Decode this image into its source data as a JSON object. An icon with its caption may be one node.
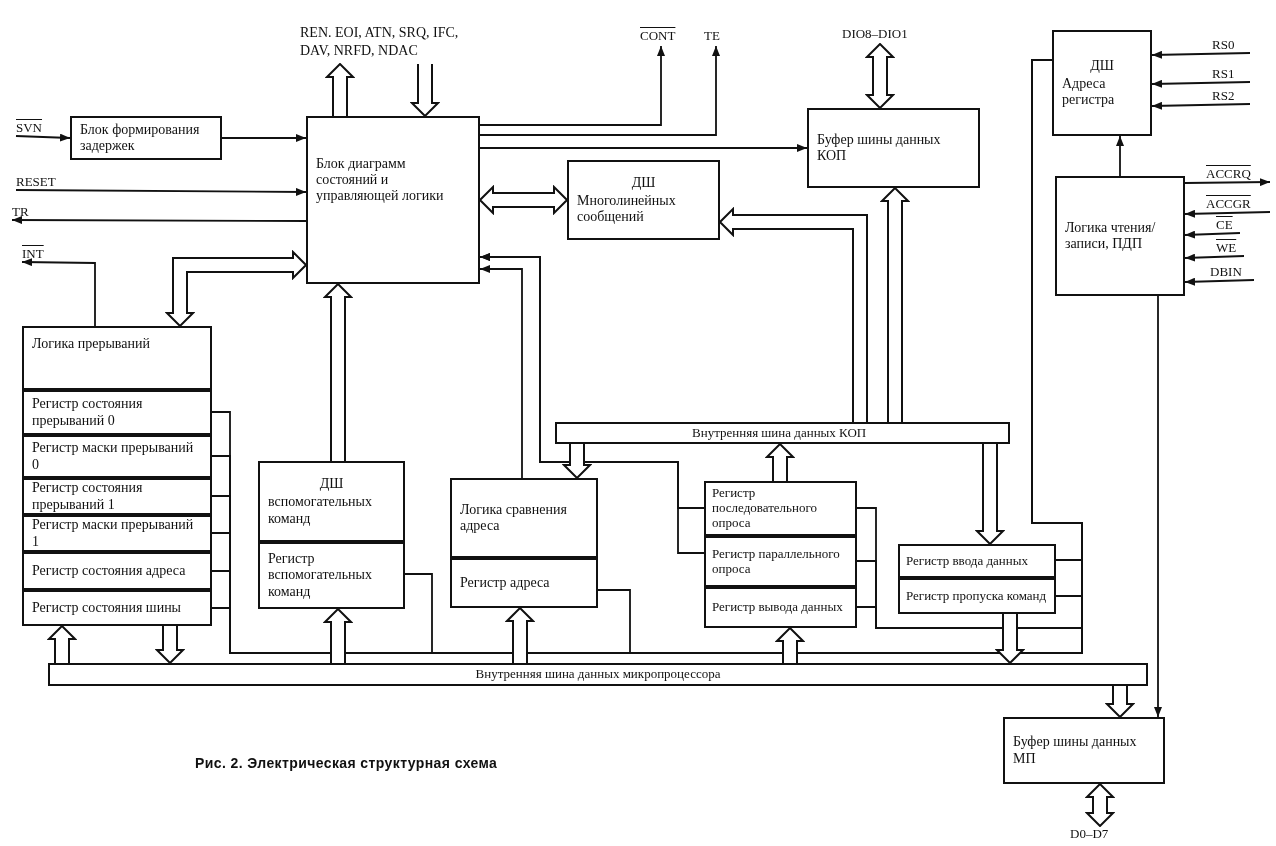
{
  "diagram": {
    "caption": "Рис. 2. Электрическая структурная схема",
    "nodes": [
      {
        "text": [
          "Блок формирования задержек"
        ]
      },
      {
        "text": [
          "Блок диаграмм состояний и управляющей логики"
        ]
      },
      {
        "text": [
          "ДШ",
          "Многолинейных сообщений"
        ]
      },
      {
        "text": [
          "Буфер шины данных КОП"
        ]
      },
      {
        "text": [
          "ДШ",
          "Адреса регистра"
        ]
      },
      {
        "text": [
          "Логика чтения/записи, ПДП"
        ]
      },
      {
        "text": [
          "Логика прерываний"
        ]
      },
      {
        "text": [
          "Регистр состояния прерываний 0"
        ]
      },
      {
        "text": [
          "Регистр маски прерываний 0"
        ]
      },
      {
        "text": [
          "Регистр состояния прерываний 1"
        ]
      },
      {
        "text": [
          "Регистр маски прерываний 1"
        ]
      },
      {
        "text": [
          "Регистр состояния адреса"
        ]
      },
      {
        "text": [
          "Регистр состояния шины"
        ]
      },
      {
        "text": [
          "ДШ",
          "вспомогательных команд"
        ]
      },
      {
        "text": [
          "Регистр вспомогательных команд"
        ]
      },
      {
        "text": [
          "Логика сравнения адреса"
        ]
      },
      {
        "text": [
          "Регистр адреса"
        ]
      },
      {
        "text": [
          "Регистр последовательного опроса"
        ]
      },
      {
        "text": [
          "Регистр параллельного опроса"
        ]
      },
      {
        "text": [
          "Регистр вывода данных"
        ]
      },
      {
        "text": [
          "Регистр ввода данных"
        ]
      },
      {
        "text": [
          "Регистр пропуска команд"
        ]
      },
      {
        "text": [
          "Внутренняя шина данных микропроцессора"
        ]
      },
      {
        "text": [
          "Буфер шины данных МП"
        ]
      },
      {
        "text": [
          "Внутренняя шина данных КОП"
        ]
      },
      {
        "text": [
          "REN. EOI, ATN, SRQ, IFC, DAV, NRFD, NDAC"
        ]
      },
      {
        "text": [
          "CONT"
        ]
      },
      {
        "text": [
          "TE"
        ]
      },
      {
        "text": [
          "DIO8–DIO1"
        ]
      },
      {
        "text": [
          "RS0"
        ]
      },
      {
        "text": [
          "SVN"
        ]
      },
      {
        "text": [
          "RS1"
        ]
      },
      {
        "text": [
          "RS2"
        ]
      },
      {
        "text": [
          "RESET"
        ]
      },
      {
        "text": [
          "TR"
        ]
      },
      {
        "text": [
          "ACCRQ"
        ]
      },
      {
        "text": [
          "INT"
        ]
      },
      {
        "text": [
          "ACCGR"
        ]
      },
      {
        "text": [
          "CE"
        ]
      },
      {
        "text": [
          "WE"
        ]
      },
      {
        "text": [
          "DBIN"
        ]
      },
      {
        "text": [
          "D0–D7"
        ]
      }
    ],
    "edges": [
      {
        "from": 30,
        "to": 0,
        "arrow": "to"
      },
      {
        "from": 0,
        "to": 1,
        "arrow": "to"
      },
      {
        "from": 33,
        "to": 1,
        "arrow": "to"
      },
      {
        "from": 1,
        "to": 34,
        "arrow": "to"
      },
      {
        "from": 6,
        "to": 36,
        "arrow": "to"
      },
      {
        "from": 1,
        "to": 25,
        "arrow": "to",
        "style": "thick"
      },
      {
        "from": 25,
        "to": 1,
        "arrow": "to",
        "style": "thick"
      },
      {
        "from": 1,
        "to": 26,
        "arrow": "to"
      },
      {
        "from": 1,
        "to": 27,
        "arrow": "to"
      },
      {
        "from": 1,
        "to": 3,
        "arrow": "to"
      },
      {
        "from": 1,
        "to": 2,
        "arrow": "both",
        "style": "thick"
      },
      {
        "from": 3,
        "to": 28,
        "arrow": "both",
        "style": "thick"
      },
      {
        "from": 24,
        "to": 3,
        "arrow": "to",
        "style": "thick"
      },
      {
        "from": 24,
        "to": 2,
        "arrow": "to",
        "style": "thick"
      },
      {
        "from": 1,
        "to": 6,
        "arrow": "both",
        "style": "thick"
      },
      {
        "from": 13,
        "to": 1,
        "arrow": "to",
        "style": "thick"
      },
      {
        "from": 15,
        "to": 1,
        "arrow": "to"
      },
      {
        "from": 17,
        "to": 1,
        "arrow": "to"
      },
      {
        "from": 18,
        "to": 1,
        "arrow": "to"
      },
      {
        "from": 24,
        "to": 15,
        "arrow": "to",
        "style": "thick"
      },
      {
        "from": 17,
        "to": 24,
        "arrow": "to",
        "style": "thick"
      },
      {
        "from": 24,
        "to": 20,
        "arrow": "to",
        "style": "thick"
      },
      {
        "from": 22,
        "to": 12,
        "arrow": "to",
        "style": "thick"
      },
      {
        "from": 12,
        "to": 22,
        "arrow": "to",
        "style": "thick"
      },
      {
        "from": 22,
        "to": 14,
        "arrow": "to",
        "style": "thick"
      },
      {
        "from": 22,
        "to": 16,
        "arrow": "to",
        "style": "thick"
      },
      {
        "from": 22,
        "to": 19,
        "arrow": "to",
        "style": "thick"
      },
      {
        "from": 21,
        "to": 22,
        "arrow": "to",
        "style": "thick"
      },
      {
        "from": 22,
        "to": 23,
        "arrow": "to",
        "style": "thick"
      },
      {
        "from": 23,
        "to": 41,
        "arrow": "both",
        "style": "thick"
      },
      {
        "from": 29,
        "to": 4,
        "arrow": "to"
      },
      {
        "from": 31,
        "to": 4,
        "arrow": "to"
      },
      {
        "from": 32,
        "to": 4,
        "arrow": "to"
      },
      {
        "from": 5,
        "to": 35,
        "arrow": "to"
      },
      {
        "from": 37,
        "to": 5,
        "arrow": "to"
      },
      {
        "from": 38,
        "to": 5,
        "arrow": "to"
      },
      {
        "from": 39,
        "to": 5,
        "arrow": "to"
      },
      {
        "from": 40,
        "to": 5,
        "arrow": "to"
      },
      {
        "from": 5,
        "to": 4,
        "arrow": "to"
      },
      {
        "from": 5,
        "to": 23,
        "arrow": "to"
      },
      {
        "from": 4,
        "to": 7,
        "arrow": "none"
      },
      {
        "from": 4,
        "to": 8,
        "arrow": "none"
      },
      {
        "from": 4,
        "to": 9,
        "arrow": "none"
      },
      {
        "from": 4,
        "to": 10,
        "arrow": "none"
      },
      {
        "from": 4,
        "to": 11,
        "arrow": "none"
      },
      {
        "from": 4,
        "to": 12,
        "arrow": "none"
      },
      {
        "from": 4,
        "to": 14,
        "arrow": "none"
      },
      {
        "from": 4,
        "to": 16,
        "arrow": "none"
      },
      {
        "from": 4,
        "to": 17,
        "arrow": "none"
      },
      {
        "from": 4,
        "to": 18,
        "arrow": "none"
      },
      {
        "from": 4,
        "to": 19,
        "arrow": "none"
      },
      {
        "from": 4,
        "to": 20,
        "arrow": "none"
      },
      {
        "from": 4,
        "to": 21,
        "arrow": "none"
      }
    ]
  }
}
